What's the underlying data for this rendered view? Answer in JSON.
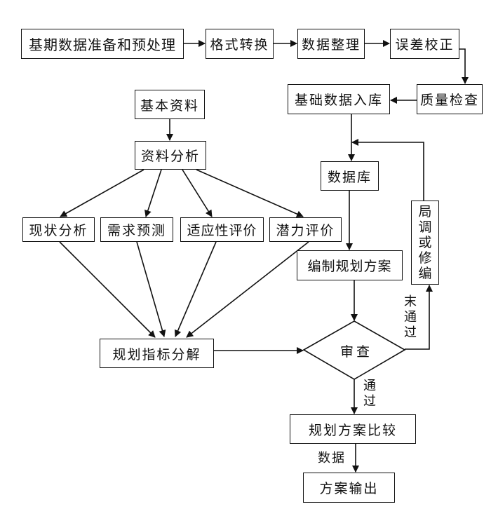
{
  "nodes": {
    "base_data_prep": "基期数据准备和预处理",
    "format_convert": "格式转换",
    "data_organize": "数据整理",
    "error_correct": "误差校正",
    "quality_check": "质量检查",
    "base_data_store": "基础数据入库",
    "basic_materials": "基本资料",
    "material_analysis": "资料分析",
    "current_analysis": "现状分析",
    "demand_forecast": "需求预测",
    "suitability_eval": "适应性评价",
    "potential_eval": "潜力评价",
    "database": "数据库",
    "compile_plan": "编制规划方案",
    "adjust_revise": [
      "局",
      "调",
      "或",
      "修",
      "编"
    ],
    "indicator_decompose": "规划指标分解",
    "review": "审查",
    "plan_compare": "规划方案比较",
    "plan_output": "方案输出"
  },
  "edge_labels": {
    "not_passed": [
      "末",
      "通",
      "过"
    ],
    "passed": [
      "通",
      "过"
    ],
    "data": "数据"
  },
  "colors": {
    "line": "#111111",
    "background": "#ffffff"
  }
}
